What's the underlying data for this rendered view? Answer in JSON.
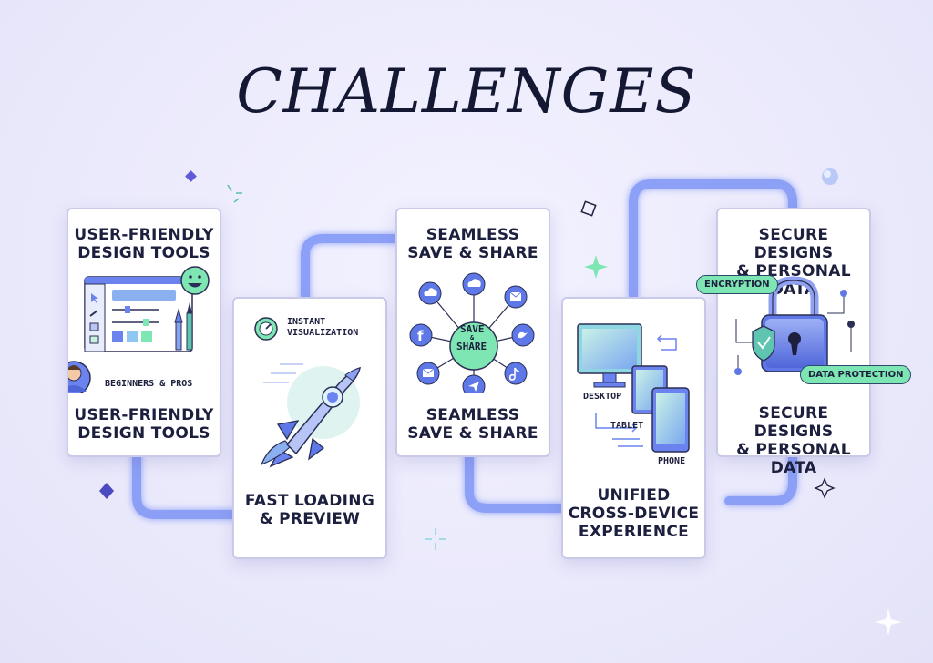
{
  "title": "CHALLENGES",
  "cards": [
    {
      "top_heading": "USER-FRIENDLY\nDESIGN TOOLS",
      "bottom_heading": "USER-FRIENDLY\nDESIGN TOOLS",
      "caption": "BEGINNERS & PROS"
    },
    {
      "badge": "INSTANT\nVISUALIZATION",
      "heading": "FAST LOADING\n& PREVIEW"
    },
    {
      "top_heading": "SEAMLESS\nSAVE & SHARE",
      "bottom_heading": "SEAMLESS\nSAVE & SHARE",
      "hub_top": "SAVE",
      "hub_mid": "&",
      "hub_bottom": "SHARE"
    },
    {
      "desktop": "DESKTOP",
      "tablet": "TABLET",
      "phone": "PHONE",
      "heading": "UNIFIED\nCROSS-DEVICE\nEXPERIENCE"
    },
    {
      "top_heading": "SECURE DESIGNS\n& PERSONAL DATA",
      "bottom_heading": "SECURE DESIGNS\n& PERSONAL DATA",
      "encryption": "ENCRYPTION",
      "data_protection": "DATA PROTECTION"
    }
  ],
  "colors": {
    "connector": "#6f8cf5",
    "accent_green": "#7ee6b3",
    "accent_blue": "#5f78e8",
    "ink": "#1c1f3d"
  }
}
